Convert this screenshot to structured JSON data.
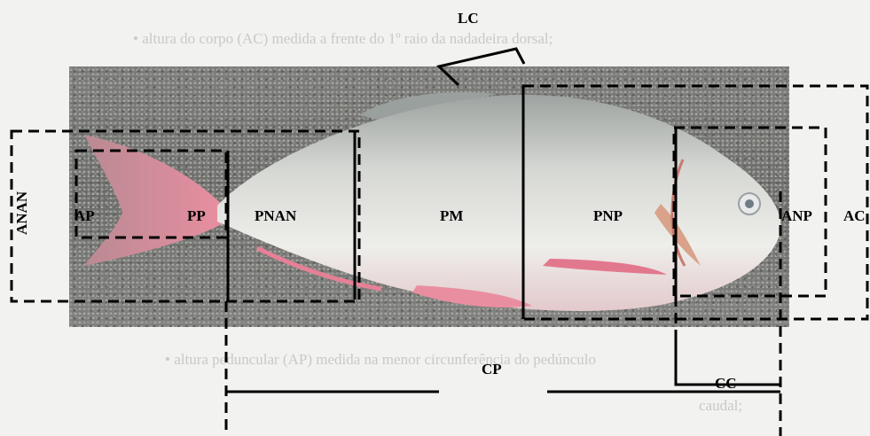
{
  "labels": {
    "lc": "LC",
    "anan": "ANAN",
    "ap": "AP",
    "pp": "PP",
    "pnan": "PNAN",
    "pm": "PM",
    "pnp": "PNP",
    "anp": "ANP",
    "ac": "AC",
    "cp": "CP",
    "cc": "CC"
  },
  "background_text": {
    "line1": "• altura do corpo (AC) medida a frente do 1º raio da nadadeira dorsal;",
    "line2": "• altura peduncular (AP) medida na menor circunferência do pedúnculo",
    "line3": "caudal;"
  },
  "colors": {
    "line": "#000000",
    "fish_body": "#dcdcd6",
    "fish_fin": "#e07a8e"
  }
}
